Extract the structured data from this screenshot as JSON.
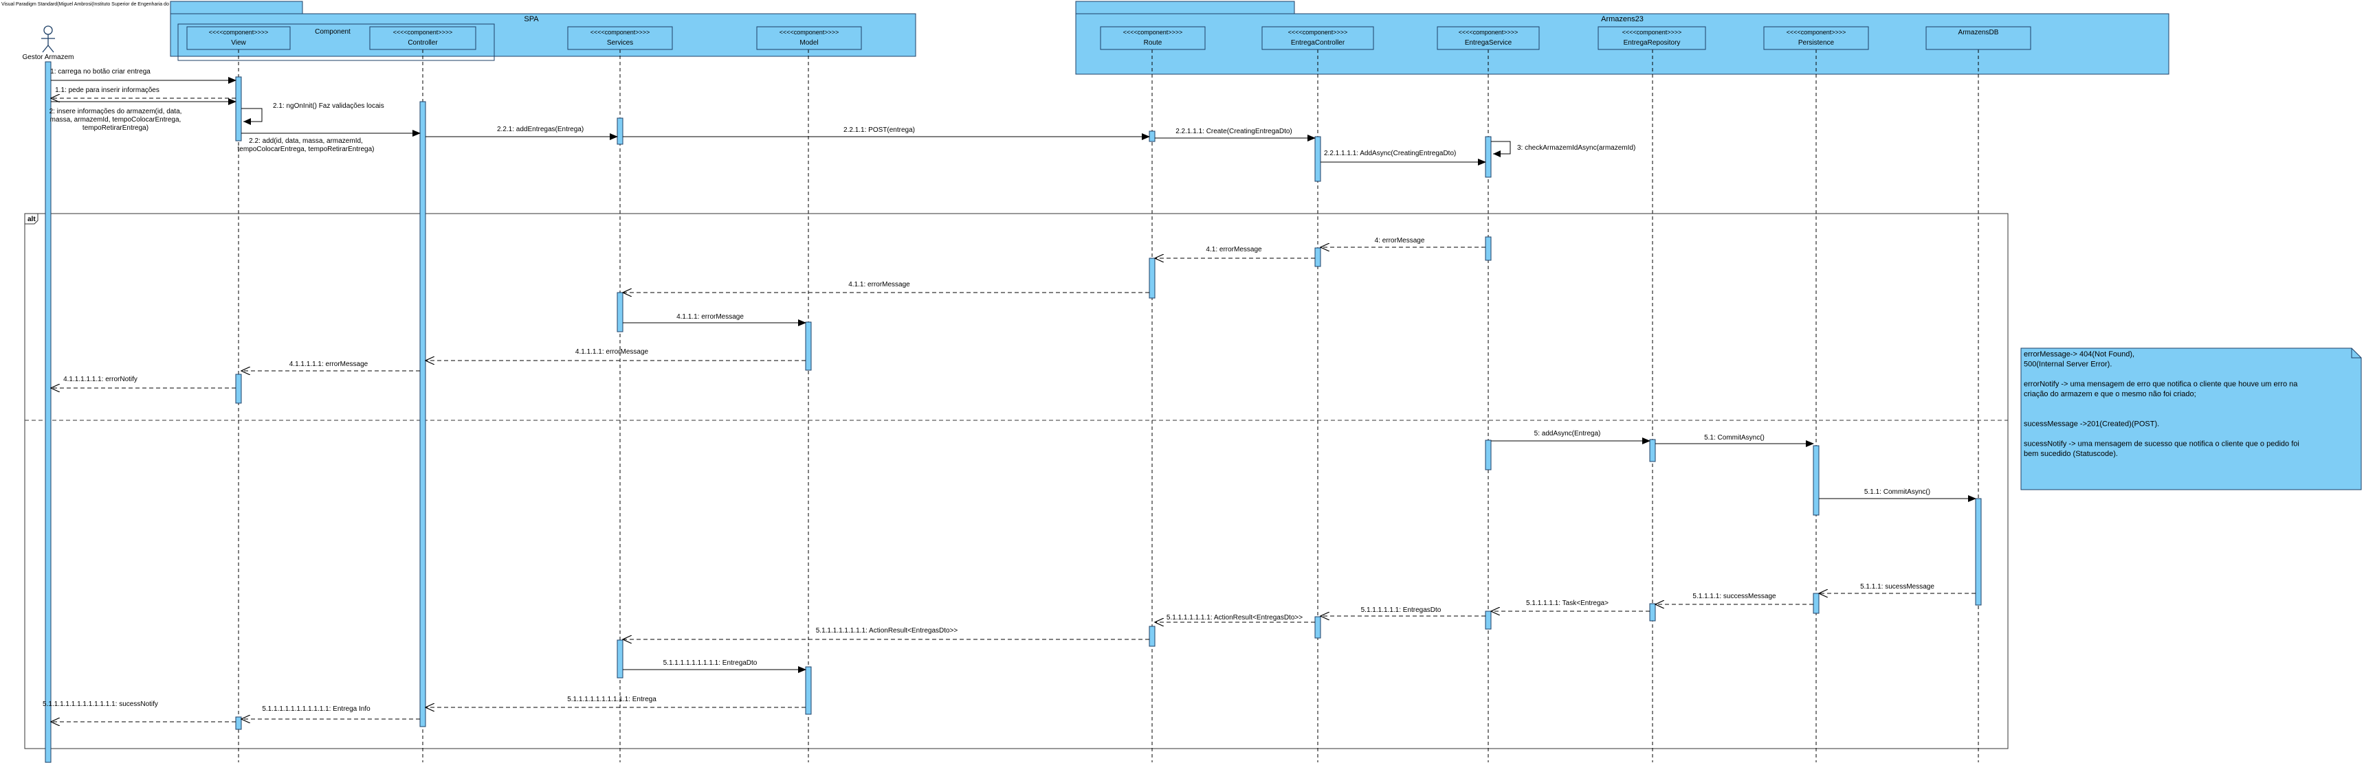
{
  "watermark": "Visual Paradigm Standard(Miguel Ambrosi(Instituto Superior de Engenharia do Porto))",
  "actor": {
    "name": "Gestor Armazem"
  },
  "frames": {
    "spa": {
      "title": "SPA",
      "tab": ""
    },
    "component": {
      "title": "Component"
    },
    "armazens": {
      "title": "Armazens23",
      "tab": ""
    },
    "alt": {
      "label": "alt"
    }
  },
  "stereotype": "<<<<component>>>>",
  "lifelines": [
    {
      "id": "view",
      "name": "View"
    },
    {
      "id": "controller",
      "name": "Controller"
    },
    {
      "id": "services",
      "name": "Services"
    },
    {
      "id": "model",
      "name": "Model"
    },
    {
      "id": "route",
      "name": "Route"
    },
    {
      "id": "entregacontroller",
      "name": "EntregaController"
    },
    {
      "id": "entregaservice",
      "name": "EntregaService"
    },
    {
      "id": "entregarepository",
      "name": "EntregaRepository"
    },
    {
      "id": "persistence",
      "name": "Persistence"
    },
    {
      "id": "armazensdb",
      "name": "ArmazensDB",
      "plain": true
    }
  ],
  "messages": [
    {
      "label": "1: carrega no botão criar entrega"
    },
    {
      "label": "1.1: pede para inserir informações"
    },
    {
      "label": "2: insere informações do armazem(id, data,\nmassa, armazemId, tempoColocarEntrega,\ntempoRetirarEntrega)"
    },
    {
      "label": "2.1: ngOnInit() Faz validações locais"
    },
    {
      "label": "2.2: add(id, data, massa, armazemId,\ntempoColocarEntrega, tempoRetirarEntrega)"
    },
    {
      "label": "2.2.1: addEntregas(Entrega)"
    },
    {
      "label": "2.2.1.1: POST(entrega)"
    },
    {
      "label": "2.2.1.1.1: Create(CreatingEntregaDto)"
    },
    {
      "label": "2.2.1.1.1.1: AddAsync(CreatingEntregaDto)"
    },
    {
      "label": "3: checkArmazemIdAsync(armazemId)"
    },
    {
      "label": "4: errorMessage"
    },
    {
      "label": "4.1: errorMessage"
    },
    {
      "label": "4.1.1: errorMessage"
    },
    {
      "label": "4.1.1.1: errorMessage"
    },
    {
      "label": "4.1.1.1.1: errorMessage"
    },
    {
      "label": "4.1.1.1.1.1: errorMessage"
    },
    {
      "label": "4.1.1.1.1.1.1: errorNotify"
    },
    {
      "label": "5: addAsync(Entrega)"
    },
    {
      "label": "5.1: CommitAsync()"
    },
    {
      "label": "5.1.1: CommitAsync()"
    },
    {
      "label": "5.1.1.1: sucessMessage"
    },
    {
      "label": "5.1.1.1.1: successMessage"
    },
    {
      "label": "5.1.1.1.1.1: Task<Entrega>"
    },
    {
      "label": "5.1.1.1.1.1.1: EntregasDto"
    },
    {
      "label": "5.1.1.1.1.1.1.1: ActionResult<EntregasDto>>"
    },
    {
      "label": "5.1.1.1.1.1.1.1.1: ActionResult<EntregasDto>>"
    },
    {
      "label": "5.1.1.1.1.1.1.1.1.1: EntregaDto"
    },
    {
      "label": "5.1.1.1.1.1.1.1.1.1.1: Entrega"
    },
    {
      "label": "5.1.1.1.1.1.1.1.1.1.1.1: Entrega Info"
    },
    {
      "label": "5.1.1.1.1.1.1.1.1.1.1.1.1: sucessNotify"
    }
  ],
  "note": {
    "lines": [
      "errorMessage-> 404(Not Found),",
      "500(Internal Server Error).",
      "",
      "errorNotify -> uma mensagem de erro que notifica o cliente que houve um erro na",
      "criação do armazem e que o mesmo não foi criado;",
      "",
      "",
      "sucessMessage ->201(Created)(POST).",
      "",
      "sucessNotify -> uma mensagem de sucesso que notifica o cliente que o pedido foi",
      "bem sucedido (Statuscode)."
    ]
  },
  "colors": {
    "box": "#7fcdf5",
    "border": "#1d3f66",
    "line": "#000000"
  }
}
